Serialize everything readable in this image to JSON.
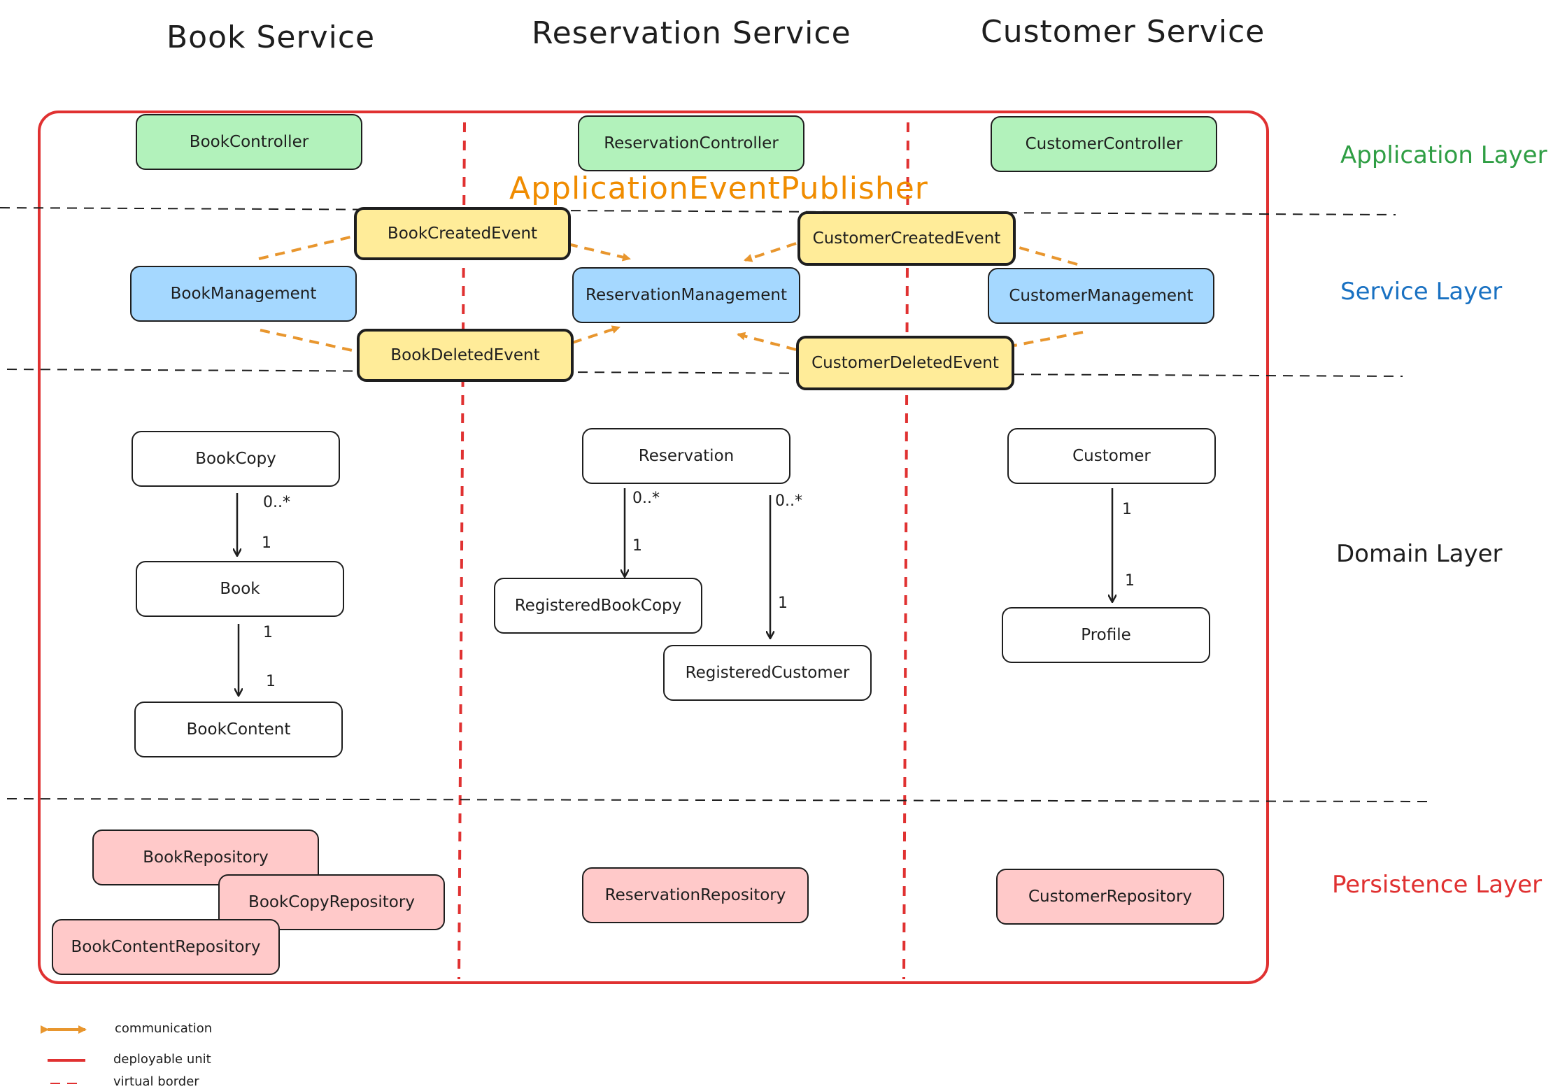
{
  "columns": {
    "book": "Book Service",
    "reservation": "Reservation Service",
    "customer": "Customer Service"
  },
  "layers": {
    "application": "Application Layer",
    "service": "Service Layer",
    "domain": "Domain Layer",
    "persistence": "Persistence Layer"
  },
  "layer_colors": {
    "application": "#2f9e44",
    "service": "#1971c2",
    "domain": "#1e1e1e",
    "persistence": "#e03131"
  },
  "publisher": "ApplicationEventPublisher",
  "controllers": {
    "book": "BookController",
    "reservation": "ReservationController",
    "customer": "CustomerController"
  },
  "services": {
    "book": "BookManagement",
    "reservation": "ReservationManagement",
    "customer": "CustomerManagement"
  },
  "events": {
    "book_created": "BookCreatedEvent",
    "book_deleted": "BookDeletedEvent",
    "customer_created": "CustomerCreatedEvent",
    "customer_deleted": "CustomerDeletedEvent"
  },
  "domain": {
    "book_copy": "BookCopy",
    "book": "Book",
    "book_content": "BookContent",
    "reservation": "Reservation",
    "registered_book_copy": "RegisteredBookCopy",
    "registered_customer": "RegisteredCustomer",
    "customer": "Customer",
    "profile": "Profile"
  },
  "multiplicities": {
    "bookcopy_book_src": "0..*",
    "bookcopy_book_dst": "1",
    "book_content_src": "1",
    "book_content_dst": "1",
    "res_copy_src": "0..*",
    "res_copy_dst": "1",
    "res_cust_src": "0..*",
    "res_cust_dst": "1",
    "cust_profile_src": "1",
    "cust_profile_dst": "1"
  },
  "repositories": {
    "book": "BookRepository",
    "book_copy": "BookCopyRepository",
    "book_content": "BookContentRepository",
    "reservation": "ReservationRepository",
    "customer": "CustomerRepository"
  },
  "legend": {
    "communication": "communication",
    "deployable_unit": "deployable unit",
    "virtual_border": "virtual border"
  },
  "colors": {
    "communication": "#e8962e",
    "deployable_unit": "#e03131",
    "publisher": "#f08c00"
  }
}
